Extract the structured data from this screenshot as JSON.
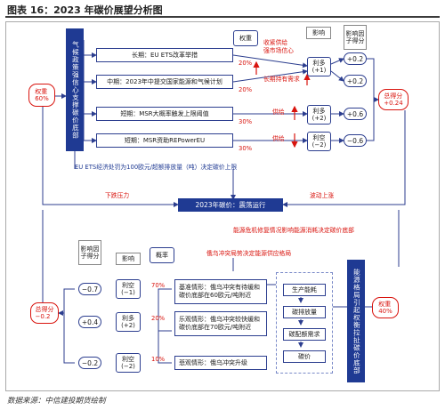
{
  "title": "图表 16：2023 年碳价展望分析图",
  "source": "数据来源：中信建投期货绘制",
  "top": {
    "left_vertical": "气候政策强信心支撑碳价底部",
    "weight_label": "权重\n60%",
    "col_weight": "权重",
    "col_impact": "影响",
    "col_factor": "影响因子得分",
    "rows": [
      {
        "text": "长期：EU ETS改革举措",
        "pct": "20%"
      },
      {
        "text": "中期：2023年中提交国家能源和气候计划",
        "pct": "20%"
      },
      {
        "text": "短期：MSR大概率触发上限阈值",
        "pct": "30%"
      },
      {
        "text": "短期：MSR资助REPowerEU",
        "pct": "30%"
      }
    ],
    "ann1": "收紧供给\n强市场信心",
    "ann2": "长期持有需求",
    "ann3": "供给",
    "ann4": "供给",
    "impacts": [
      {
        "label": "利多\n(+1)"
      },
      {
        "label": "利多\n(+2)"
      },
      {
        "label": "利空\n(−2)"
      }
    ],
    "scores": [
      "+0.2",
      "+0.2",
      "+0.6",
      "−0.6"
    ],
    "total": "总得分\n+0.24",
    "bottom_note": "EU ETS经济处罚为100欧元/超额排放量（吨）决定碳价上限"
  },
  "center": {
    "label": "2023年碳价：震荡运行",
    "left_arrow": "下跌压力",
    "right_arrow": "波动上涨",
    "crisis_note": "能源危机修复情况影响能源消耗决定碳价底部"
  },
  "bottom": {
    "col_factor": "影响因子得分",
    "col_impact": "影响",
    "col_prob": "概率",
    "total": "总得分\n−0.2",
    "weight_label": "权重\n40%",
    "right_vertical": "能源格局引起权衡拉扯碳价底部",
    "top_note": "俄乌冲突局势决定能源供应格局",
    "scores": [
      "−0.7",
      "+0.4",
      "−0.2"
    ],
    "impacts": [
      {
        "label": "利空\n(−1)"
      },
      {
        "label": "利多\n(+2)"
      },
      {
        "label": "利空\n(−2)"
      }
    ],
    "probs": [
      "70%",
      "20%",
      "10%"
    ],
    "scenarios": [
      "基准情形：俄乌冲突有待缓和\n碳价底部在60欧元/吨附近",
      "乐观情形：俄乌冲突较快缓和\n碳价底部在70欧元/吨附近",
      "悲观情形：俄乌冲突升级"
    ],
    "chain": [
      "生产能耗",
      "碳排放量",
      "碳配额需求",
      "碳价"
    ]
  }
}
